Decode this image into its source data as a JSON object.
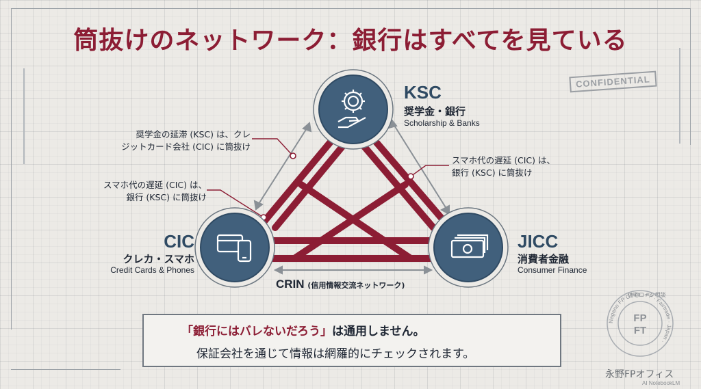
{
  "title": "筒抜けのネットワーク：銀行はすべてを見ている",
  "stamp": "CONFIDENTIAL",
  "nodes": {
    "ksc": {
      "name": "KSC",
      "jp": "奨学金・銀行",
      "en": "Scholarship & Banks"
    },
    "cic": {
      "name": "CIC",
      "jp": "クレカ・スマホ",
      "en": "Credit Cards & Phones"
    },
    "jicc": {
      "name": "JICC",
      "jp": "消費者金融",
      "en": "Consumer Finance"
    }
  },
  "annotations": {
    "ksc_to_cic_line1": "奨学金の延滞 (KSC) は、クレ",
    "ksc_to_cic_line2": "ジットカード会社 (CIC) に筒抜け",
    "cic_to_ksc_line1": "スマホ代の遅延 (CIC) は、",
    "cic_to_ksc_line2": "銀行 (KSC) に筒抜け",
    "right_line1": "スマホ代の遅延 (CIC) は、",
    "right_line2": "銀行 (KSC) に筒抜け"
  },
  "crin": {
    "label": "CRIN",
    "sub": "(信用情報交流ネットワーク)"
  },
  "warning": {
    "line1_quote": "「銀行にはバレないだろう」",
    "line1_rest": "は通用しません。",
    "line2": "保証会社を通じて情報は網羅的にチェックされます。"
  },
  "logo": {
    "caption": "住宅ローン相談",
    "ring_text": "Nagano FP Office · FP · Fairtrade · Japan ·",
    "line1": "FP",
    "line2": "FT",
    "office_name": "永野FPオフィス",
    "footer": "AI NotebookLM"
  },
  "colors": {
    "accent_red": "#8c1d34",
    "node_blue": "#41607c",
    "node_dark": "#2f4a63"
  }
}
